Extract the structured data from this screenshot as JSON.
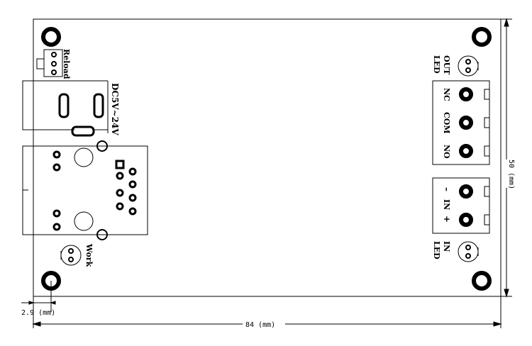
{
  "labels": {
    "reload": "Reload",
    "dc_input": "DC5V~24V",
    "work": "Work",
    "out_led_1": "OUT",
    "out_led_2": "LED",
    "nc": "NC",
    "com": "COM",
    "no": "NO",
    "minus": "–",
    "in": "IN",
    "plus": "+",
    "in_led_1": "IN",
    "in_led_2": "LED"
  },
  "dimensions": {
    "width": "84 (mm)",
    "height": "50 (mm)",
    "offset": "2.9 (mm)"
  }
}
